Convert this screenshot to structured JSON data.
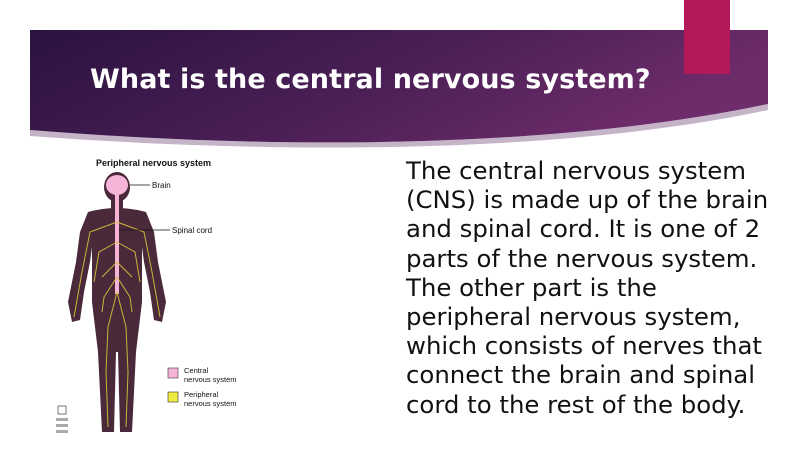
{
  "slide": {
    "title": "What is the central nervous system?",
    "body": "The central nervous system (CNS) is made up of the brain and spinal cord. It is one of 2 parts of the nervous system. The other part is the peripheral nervous system, which consists of nerves that connect the brain and spinal cord to the rest of the body."
  },
  "figure": {
    "title": "Peripheral nervous system",
    "labels": {
      "brain": "Brain",
      "spinal_cord": "Spinal cord"
    },
    "legend": [
      {
        "line1": "Central",
        "line2": "nervous system",
        "color": "#f6b4d8"
      },
      {
        "line1": "Peripheral",
        "line2": "nervous system",
        "color": "#f0ea3c"
      }
    ]
  },
  "colors": {
    "header_start": "#2a1240",
    "header_end": "#6e2c6a",
    "accent": "#b3195a",
    "body_figure": "#4a2a3a"
  }
}
